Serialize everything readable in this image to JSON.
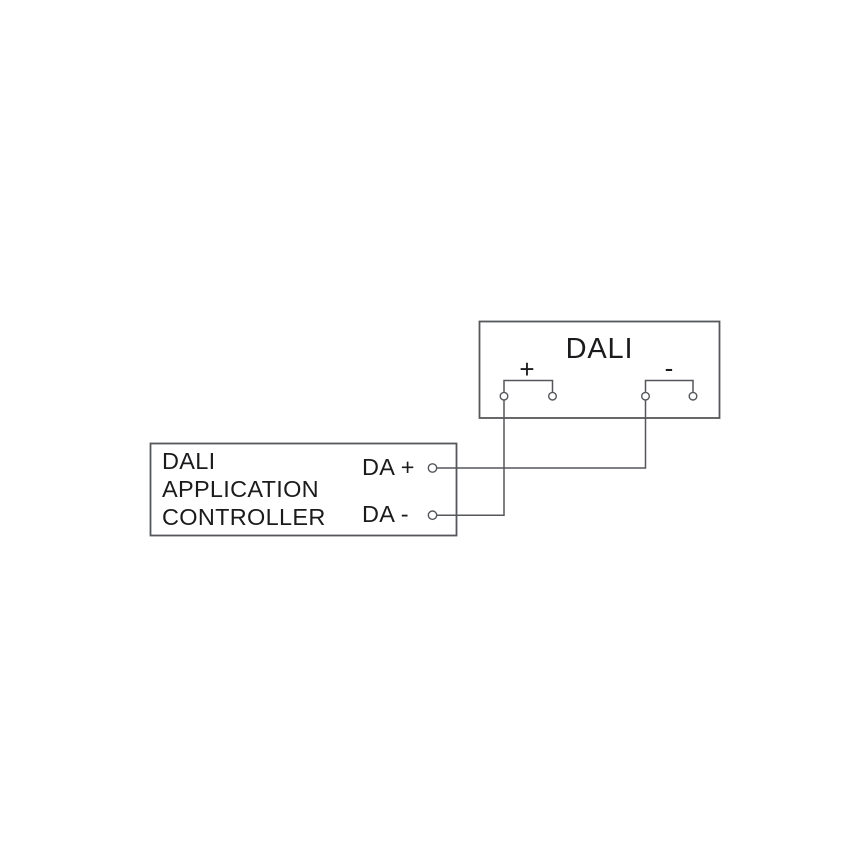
{
  "diagram": {
    "device_box": {
      "title": "DALI",
      "plus_label": "+",
      "minus_label": "-"
    },
    "controller_box": {
      "lines": [
        "DALI",
        "APPLICATION",
        "CONTROLLER"
      ],
      "da_plus_label": "DA +",
      "da_minus_label": "DA -"
    },
    "colors": {
      "line": "#55575a",
      "text": "#1b1b1d",
      "background": "#ffffff"
    }
  }
}
